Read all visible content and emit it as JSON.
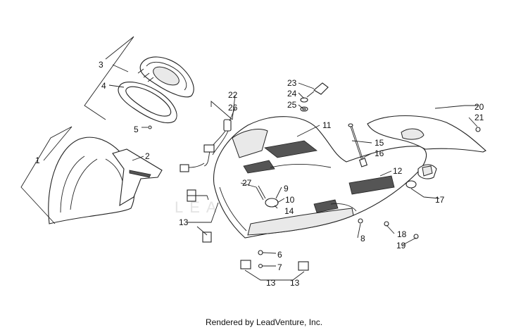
{
  "watermark": "LEADVENTURE",
  "footer": "Rendered by LeadVenture, Inc.",
  "callouts": [
    "1",
    "2",
    "3",
    "4",
    "5",
    "6",
    "7",
    "8",
    "9",
    "10",
    "11",
    "12",
    "13",
    "13",
    "13",
    "14",
    "15",
    "16",
    "17",
    "18",
    "19",
    "20",
    "21",
    "22",
    "23",
    "24",
    "25",
    "26",
    "27"
  ]
}
